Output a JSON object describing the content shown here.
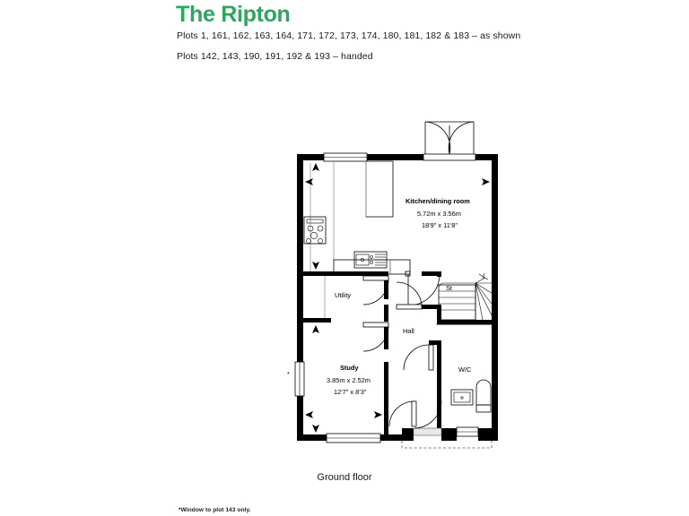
{
  "header": {
    "title": "The Ripton",
    "plots_as_shown": "Plots 1, 161, 162, 163, 164, 171, 172, 173, 174, 180, 181, 182 & 183 – as shown",
    "plots_handed": "Plots 142, 143, 190, 191, 192 & 193 – handed",
    "title_color": "#2aa95e"
  },
  "caption": {
    "floor_label": "Ground floor",
    "footnote": "*Window to plot 143 only."
  },
  "floorplan": {
    "rooms": [
      {
        "key": "kitchen",
        "name": "Kitchen/dining room",
        "metric": "5.72m x 3.56m",
        "imperial": "18'9\" x 11'8\""
      },
      {
        "key": "study",
        "name": "Study",
        "metric": "3.85m x 2.52m",
        "imperial": "12'7\" x 8'3\""
      },
      {
        "key": "utility",
        "name": "Utility",
        "metric": "",
        "imperial": ""
      },
      {
        "key": "hall",
        "name": "Hall",
        "metric": "",
        "imperial": ""
      },
      {
        "key": "store",
        "name": "St",
        "metric": "",
        "imperial": ""
      },
      {
        "key": "wc",
        "name": "W/C",
        "metric": "",
        "imperial": ""
      }
    ],
    "window_marker": "*",
    "wall_color": "#000000",
    "fixture_line_color": "#000000"
  }
}
